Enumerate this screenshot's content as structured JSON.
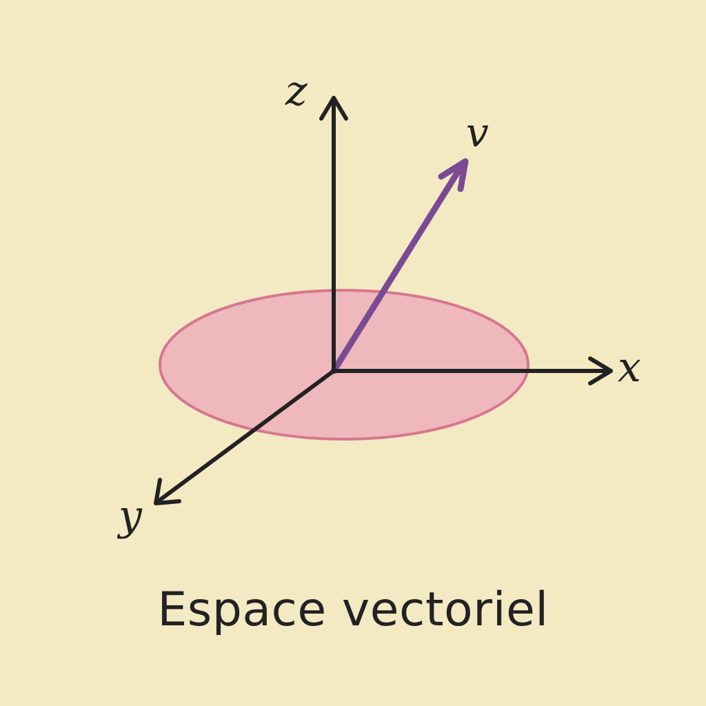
{
  "axes": {
    "x_label": "x",
    "y_label": "y",
    "z_label": "z"
  },
  "vector": {
    "label": "v"
  },
  "caption": "Espace vectoriel",
  "colors": {
    "background": "#f3eac4",
    "axis": "#222222",
    "plane_fill": "#efb8bd",
    "plane_stroke": "#d4778f",
    "vector": "#7a4a93"
  }
}
